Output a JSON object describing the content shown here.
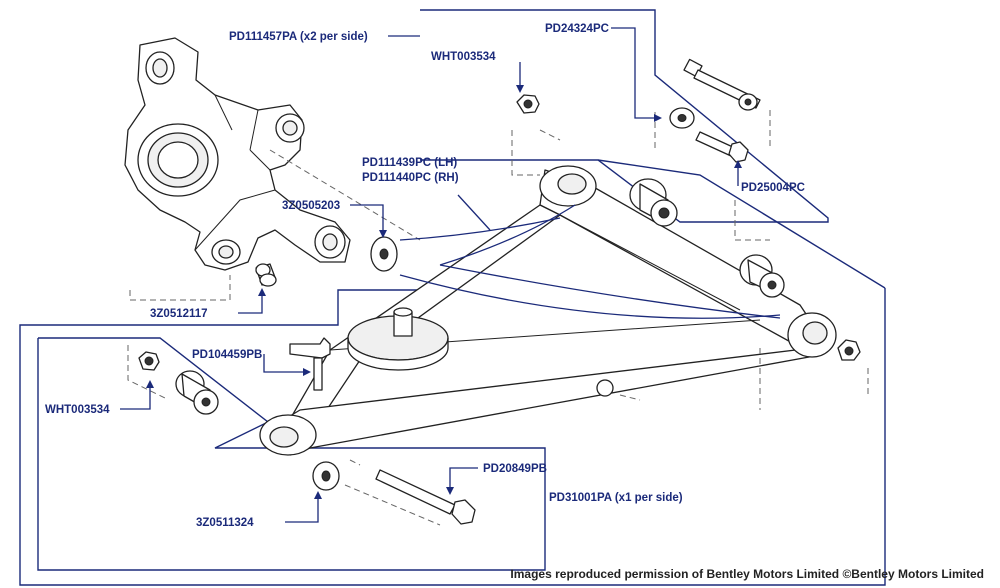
{
  "labels": {
    "mount_bolt_pair": "PD111457PA (x2 per side)",
    "washer_top": "PD24324PC",
    "nut_top": "WHT003534",
    "arm_lh": "PD111439PC (LH)",
    "arm_rh": "PD111440PC (RH)",
    "washer_mid": "3Z0505203",
    "bolt_top": "PD25004PC",
    "bush_hub": "3Z0512117",
    "link_stud": "PD104459PB",
    "nut_left": "WHT003534",
    "bolt_bottom": "PD20849PB",
    "front_bolt_set": "PD31001PA (x1 per side)",
    "washer_bottom": "3Z0511324"
  },
  "footer": {
    "copyright": "Images reproduced permission of Bentley Motors Limited ©Bentley Motors Limited"
  },
  "colors": {
    "callout": "#1b2a7a",
    "line_art": "#222222"
  }
}
